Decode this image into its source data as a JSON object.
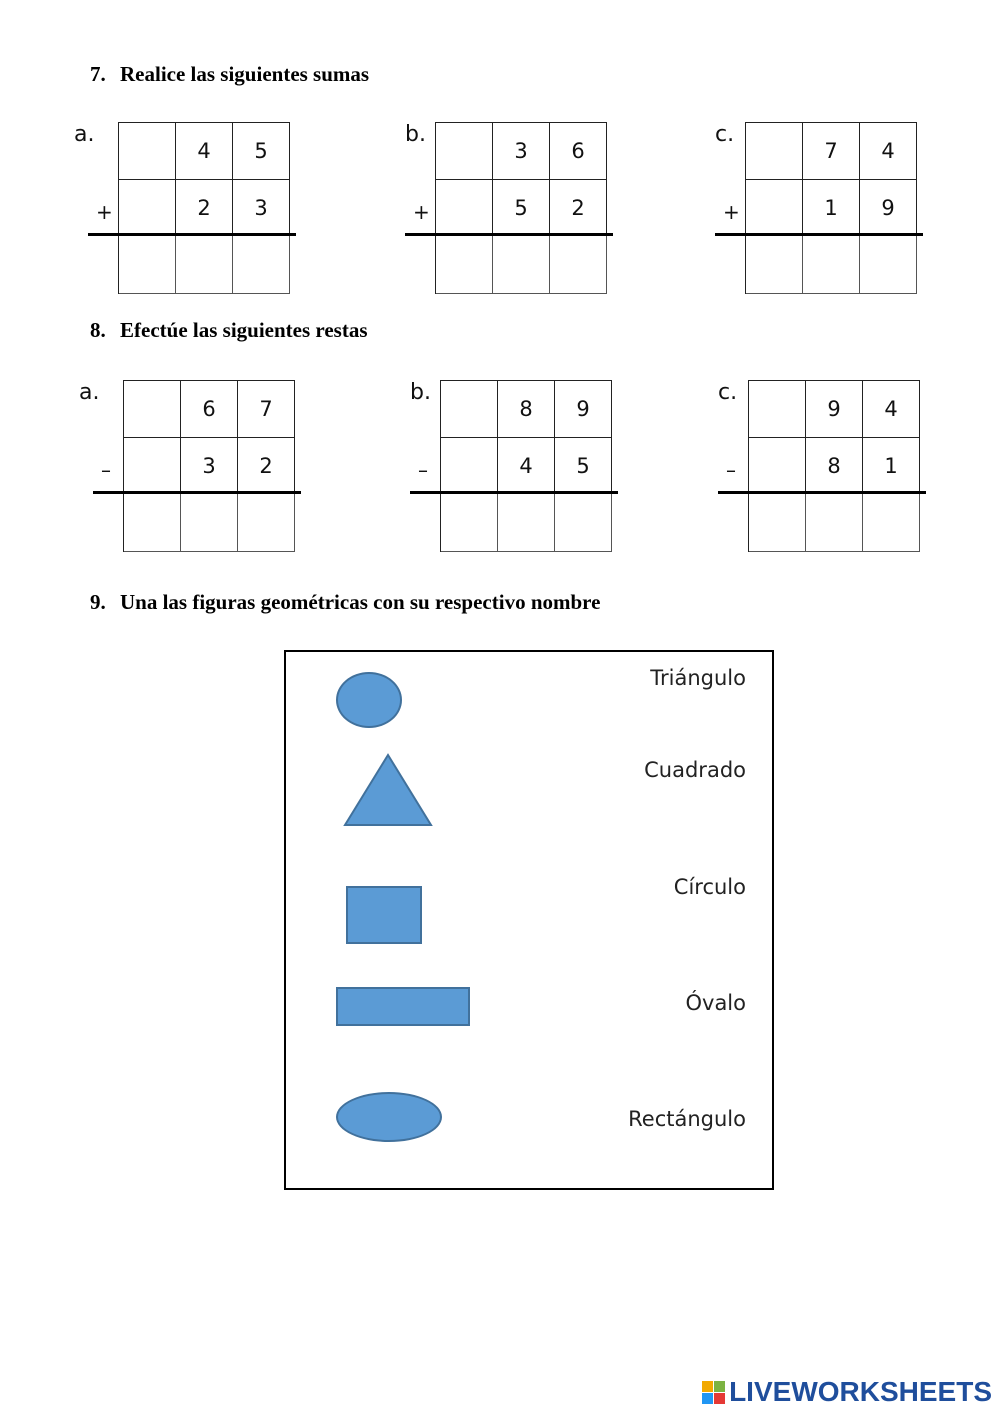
{
  "q7": {
    "number": "7.",
    "title": "Realice las siguientes sumas",
    "problems": [
      {
        "letter": "a.",
        "op": "+",
        "top": [
          "",
          "4",
          "5"
        ],
        "bottom": [
          "",
          "2",
          "3"
        ]
      },
      {
        "letter": "b.",
        "op": "+",
        "top": [
          "",
          "3",
          "6"
        ],
        "bottom": [
          "",
          "5",
          "2"
        ]
      },
      {
        "letter": "c.",
        "op": "+",
        "top": [
          "",
          "7",
          "4"
        ],
        "bottom": [
          "",
          "1",
          "9"
        ]
      }
    ]
  },
  "q8": {
    "number": "8.",
    "title": "Efectúe las siguientes restas",
    "problems": [
      {
        "letter": "a.",
        "op": "–",
        "top": [
          "",
          "6",
          "7"
        ],
        "bottom": [
          "",
          "3",
          "2"
        ]
      },
      {
        "letter": "b.",
        "op": "–",
        "top": [
          "",
          "8",
          "9"
        ],
        "bottom": [
          "",
          "4",
          "5"
        ]
      },
      {
        "letter": "c.",
        "op": "–",
        "top": [
          "",
          "9",
          "4"
        ],
        "bottom": [
          "",
          "8",
          "1"
        ]
      }
    ]
  },
  "q9": {
    "number": "9.",
    "title": "Una las figuras geométricas con su respectivo nombre",
    "shapes": [
      "circle-icon",
      "triangle-icon",
      "square-icon",
      "rectangle-icon",
      "oval-icon"
    ],
    "shape_color": "#5b9bd5",
    "names": [
      "Triángulo",
      "Cuadrado",
      "Círculo",
      "Óvalo",
      "Rectángulo"
    ]
  },
  "footer": {
    "brand": "LIVEWORKSHEETS",
    "brand_color": "#1f4e9c",
    "logo_colors": [
      "#f2a900",
      "#7cb342",
      "#2196f3",
      "#e53935"
    ]
  }
}
